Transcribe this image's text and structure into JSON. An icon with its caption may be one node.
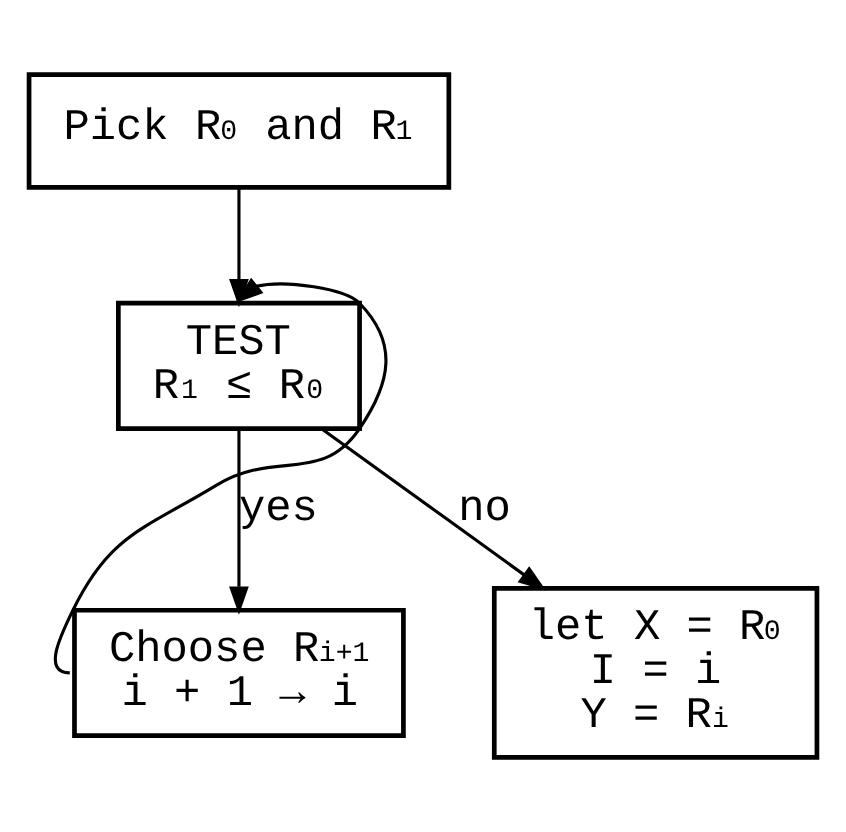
{
  "diagram": {
    "nodes": [
      {
        "text": [
          "Pick R$_{0}$ and R$_{1}$"
        ]
      },
      {
        "text": [
          "TEST",
          "R$_{1}$ ≤ R$_{0}$"
        ]
      },
      {
        "text": [
          "Choose R$_{i+1}$",
          "i + 1 → i"
        ]
      },
      {
        "text": [
          "let X = R$_{0}$",
          "I = i",
          "Y = R$_{i}$"
        ]
      }
    ],
    "edges": [
      {
        "from": 0,
        "to": 1,
        "arrow": "to"
      },
      {
        "from": 1,
        "to": 2,
        "arrow": "to",
        "label": "yes"
      },
      {
        "from": 1,
        "to": 3,
        "arrow": "to",
        "label": "no"
      },
      {
        "from": 2,
        "to": 1,
        "arrow": "to"
      }
    ]
  }
}
